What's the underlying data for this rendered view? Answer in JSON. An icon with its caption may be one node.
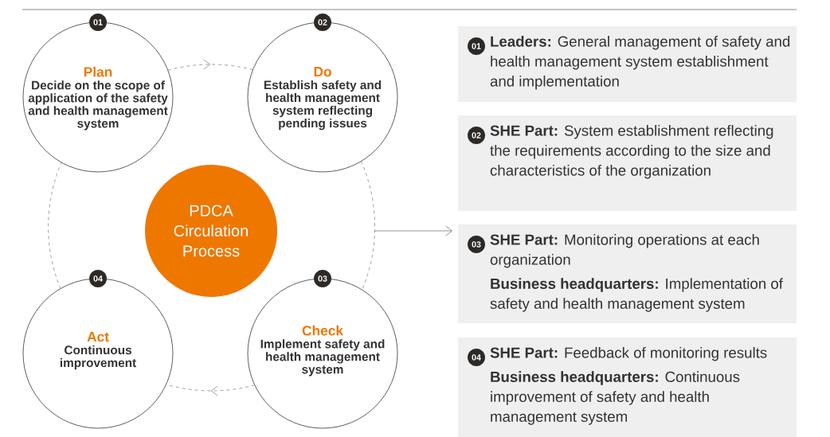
{
  "diagram": {
    "nodes": [
      {
        "text": [
          "Plan",
          "Decide on the scope of application of the safety and health management system"
        ],
        "beside": [
          "01"
        ]
      },
      {
        "text": [
          "Do",
          "Establish safety and health management system reflecting pending issues"
        ],
        "beside": [
          "02"
        ]
      },
      {
        "text": [
          "PDCA Circulation Process"
        ]
      },
      {
        "text": [
          "Act",
          "Continuous improvement"
        ],
        "beside": [
          "04"
        ]
      },
      {
        "text": [
          "Check",
          "Implement safety and health management system"
        ],
        "beside": [
          "03"
        ]
      },
      {
        "text": [
          "01",
          "**Leaders:** General management of safety and health management system establishment and implementation"
        ]
      },
      {
        "text": [
          "02",
          "**SHE Part:** System establishment reflecting the requirements according to the size and characteristics of the organization"
        ]
      },
      {
        "text": [
          "03",
          "**SHE Part:** Monitoring operations at each organization",
          "**Business headquarters:** Implementation of safety and health management system"
        ]
      },
      {
        "text": [
          "04",
          "**SHE Part:** Feedback of monitoring results",
          "**Business headquarters:** Continuous improvement of safety and health management system"
        ]
      }
    ],
    "edges": [
      {
        "from": 0,
        "to": 1,
        "arrow": "to",
        "style": "dashed"
      },
      {
        "from": 1,
        "to": 4,
        "arrow": "none",
        "style": "dashed"
      },
      {
        "from": 4,
        "to": 3,
        "arrow": "to",
        "style": "dashed"
      },
      {
        "from": 3,
        "to": 0,
        "arrow": "none",
        "style": "dashed"
      },
      {
        "from": null,
        "to": 7,
        "arrow": "to"
      }
    ]
  }
}
